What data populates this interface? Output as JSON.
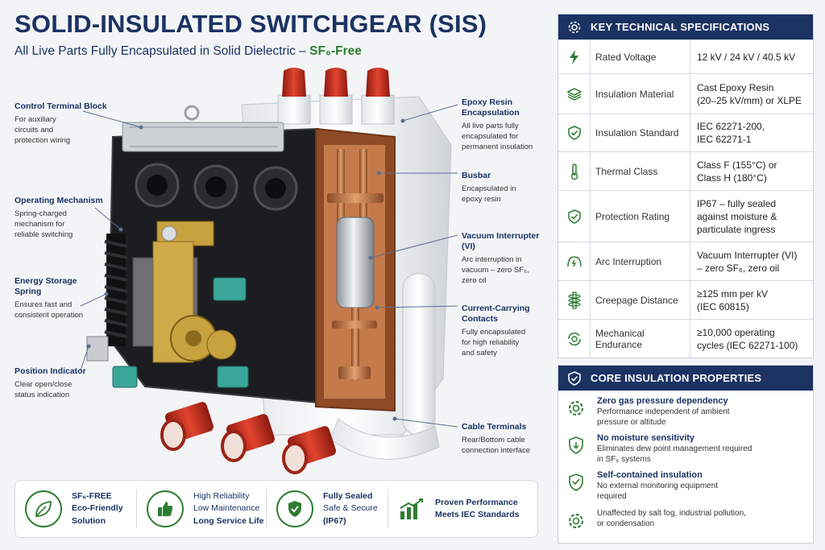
{
  "header": {
    "title": "SOLID-INSULATED SWITCHGEAR (SIS)",
    "subtitle": "All Live Parts Fully Encapsulated in Solid Dielectric –",
    "subtitle_highlight": "SF₆-Free"
  },
  "callouts": {
    "control_terminal_block": {
      "title": "Control Terminal Block",
      "desc": [
        "For auxiliary",
        "circuits and",
        "protection wiring"
      ]
    },
    "operating_mechanism": {
      "title": "Operating Mechanism",
      "desc": [
        "Spring-charged",
        "mechanism for",
        "reliable switching"
      ]
    },
    "energy_storage_spring": {
      "title": [
        "Energy Storage",
        "Spring"
      ],
      "desc": [
        "Ensures fast and",
        "consistent operation"
      ]
    },
    "position_indicator": {
      "title": "Position Indicator",
      "desc": [
        "Clear open/close",
        "status indication"
      ]
    },
    "epoxy_resin": {
      "title": [
        "Epoxy Resin",
        "Encapsulation"
      ],
      "desc": [
        "All live parts fully",
        "encapsulated for",
        "permanent insulation"
      ]
    },
    "busbar": {
      "title": "Busbar",
      "desc": [
        "Encapsulated in",
        "epoxy resin"
      ]
    },
    "vacuum_interrupter": {
      "title": "Vacuum Interrupter (VI)",
      "desc": [
        "Arc interruption in",
        "vacuum – zero SF₆,",
        "zero oil"
      ]
    },
    "current_carrying": {
      "title": [
        "Current-Carrying",
        "Contacts"
      ],
      "desc": [
        "Fully encapsulated",
        "for high reliability",
        "and safety"
      ]
    },
    "cable_terminals": {
      "title": "Cable Terminals",
      "desc": [
        "Rear/Bottom cable",
        "connection interface"
      ]
    }
  },
  "specs": {
    "heading": "KEY TECHNICAL SPECIFICATIONS",
    "rows": [
      {
        "icon": "lightning-icon",
        "label": "Rated Voltage",
        "value": [
          "12 kV / 24 kV / 40.5 kV"
        ]
      },
      {
        "icon": "layers-icon",
        "label": "Insulation Material",
        "value": [
          "Cast Epoxy Resin",
          "(20–25 kV/mm) or XLPE"
        ]
      },
      {
        "icon": "shield-check-icon",
        "label": "Insulation Standard",
        "value": [
          "IEC 62271-200,",
          "IEC 62271-1"
        ]
      },
      {
        "icon": "thermometer-icon",
        "label": "Thermal Class",
        "value": [
          "Class F (155°C) or",
          "Class H (180°C)"
        ]
      },
      {
        "icon": "shield-check-icon",
        "label": "Protection Rating",
        "value": [
          "IP67 – fully sealed",
          "against moisture &",
          "particulate ingress"
        ]
      },
      {
        "icon": "arc-icon",
        "label": "Arc Interruption",
        "value": [
          "Vacuum Interrupter (VI)",
          "– zero SF₆, zero oil"
        ]
      },
      {
        "icon": "creepage-icon",
        "label": "Creepage Distance",
        "value": [
          "≥125 mm per kV",
          "(IEC 60815)"
        ]
      },
      {
        "icon": "cycle-gear-icon",
        "label": "Mechanical Endurance",
        "value": [
          "≥10,000 operating",
          "cycles (IEC 62271-100)"
        ]
      }
    ]
  },
  "properties": {
    "heading": "CORE INSULATION PROPERTIES",
    "items": [
      {
        "icon": "gear-icon",
        "title": "Zero gas pressure dependency",
        "desc": [
          "Performance independent of ambient",
          "pressure or altitude"
        ]
      },
      {
        "icon": "droplet-shield-icon",
        "title": "No moisture sensitivity",
        "desc": [
          "Eliminates dew point management required",
          "in SF₆ systems"
        ]
      },
      {
        "icon": "shield-down-icon",
        "title": "Self-contained insulation",
        "desc": [
          "No external monitoring equipment",
          "required"
        ]
      },
      {
        "icon": "gear-icon",
        "title": "",
        "desc": [
          "Unaffected by salt fog, industrial pollution,",
          "or condensation"
        ]
      }
    ]
  },
  "features": [
    {
      "icon": "leaf-icon",
      "lines": [
        "SF₆-FREE",
        "Eco-Friendly",
        "Solution"
      ]
    },
    {
      "icon": "thumbs-up-icon",
      "lines": [
        "High Reliability",
        "Low Maintenance",
        "Long Service Life"
      ]
    },
    {
      "icon": "shield-check-icon",
      "lines": [
        "Fully Sealed",
        "Safe & Secure",
        "(IP67)"
      ]
    },
    {
      "icon": "bar-chart-icon",
      "lines": [
        "Proven Performance",
        "Meets IEC Standards"
      ]
    }
  ],
  "colors": {
    "navy": "#1b3263",
    "green": "#2e7d32",
    "copper": "#b8683a",
    "red": "#c0281c"
  }
}
